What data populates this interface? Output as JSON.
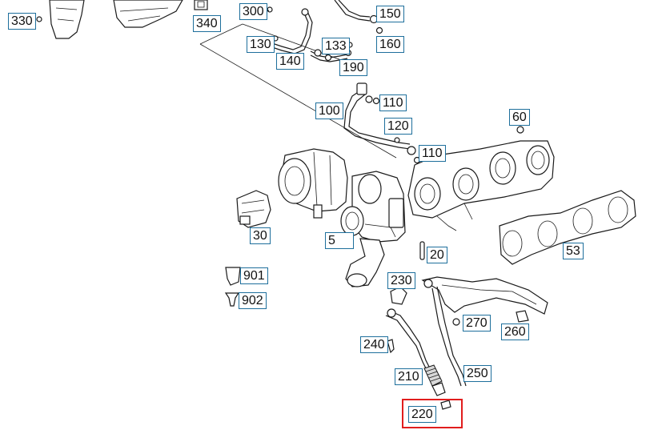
{
  "diagram": {
    "colors": {
      "callout_border": "#1e6f9c",
      "highlight": "#e11d1d",
      "line": "#1a1a1a"
    },
    "callouts": {
      "c330": "330",
      "c340": "340",
      "c300": "300",
      "c150": "150",
      "c130": "130",
      "c140": "140",
      "c133": "133",
      "c160": "160",
      "c190": "190",
      "c100": "100",
      "c110a": "110",
      "c120": "120",
      "c110b": "110",
      "c60": "60",
      "c30": "30",
      "c5": "5",
      "c20": "20",
      "c53": "53",
      "c901": "901",
      "c902": "902",
      "c230": "230",
      "c270": "270",
      "c260": "260",
      "c240": "240",
      "c210": "210",
      "c250": "250",
      "c220": "220"
    },
    "highlighted_callout": "220"
  }
}
